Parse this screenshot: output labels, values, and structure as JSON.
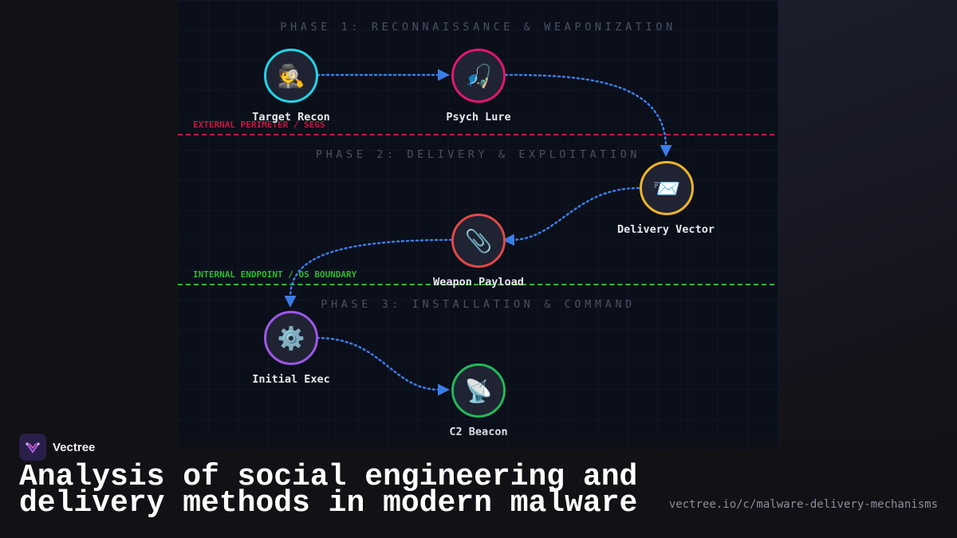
{
  "phases": {
    "phase1": "PHASE 1: RECONNAISSANCE & WEAPONIZATION",
    "phase2": "PHASE 2: DELIVERY & EXPLOITATION",
    "phase3": "PHASE 3: INSTALLATION & COMMAND"
  },
  "boundaries": {
    "external": {
      "label": "EXTERNAL PERIMETER / SEGS",
      "color": "#c0193e"
    },
    "internal": {
      "label": "INTERNAL ENDPOINT / OS BOUNDARY",
      "color": "#2fb82f"
    }
  },
  "nodes": {
    "target_recon": {
      "label": "Target Recon",
      "icon": "🕵",
      "icon_name": "detective-icon",
      "color": "#22d3e6"
    },
    "psych_lure": {
      "label": "Psych Lure",
      "icon": "🎣",
      "icon_name": "fishing-pole-icon",
      "color": "#e0176f"
    },
    "delivery_vector": {
      "label": "Delivery Vector",
      "icon": "📨",
      "icon_name": "incoming-envelope-icon",
      "color": "#f0b429"
    },
    "weapon_payload": {
      "label": "Weapon Payload",
      "icon": "📎",
      "icon_name": "paperclip-icon",
      "color": "#e04848"
    },
    "initial_exec": {
      "label": "Initial Exec",
      "icon": "⚙️",
      "icon_name": "gear-icon",
      "color": "#9d58e8"
    },
    "c2_beacon": {
      "label": "C2 Beacon",
      "icon": "📡",
      "icon_name": "satellite-dish-icon",
      "color": "#22b85a"
    }
  },
  "edge_color": "#3b7de8",
  "brand": {
    "name": "Vectree",
    "icon_name": "vectree-logo-icon"
  },
  "title": "Analysis of social engineering and delivery methods in modern malware",
  "url": "vectree.io/c/malware-delivery-mechanisms"
}
